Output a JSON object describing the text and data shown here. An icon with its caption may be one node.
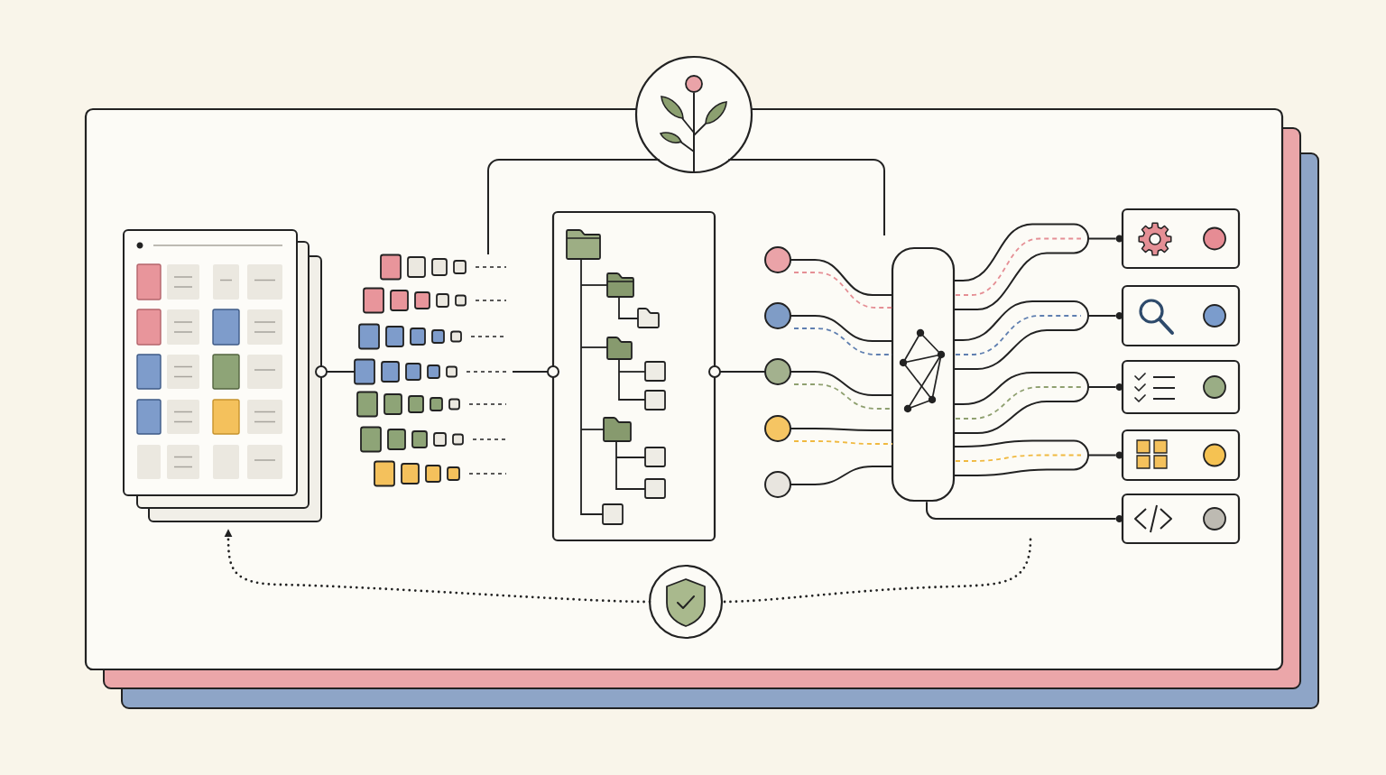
{
  "diagram": {
    "nodes": [
      {
        "text": [],
        "shape": "box"
      },
      {
        "text": [],
        "shape": "circle"
      },
      {
        "text": [],
        "shape": "picture",
        "in": 0
      },
      {
        "text": [],
        "shape": "picture",
        "in": 0
      },
      {
        "text": [],
        "shape": "box",
        "in": 0
      },
      {
        "text": [],
        "shape": "circle",
        "in": 0
      },
      {
        "text": [],
        "shape": "circle",
        "in": 0
      },
      {
        "text": [],
        "shape": "circle",
        "in": 0
      },
      {
        "text": [],
        "shape": "circle",
        "in": 0
      },
      {
        "text": [],
        "shape": "circle",
        "in": 0
      },
      {
        "text": [],
        "shape": "box",
        "in": 0
      },
      {
        "text": [],
        "shape": "box",
        "in": 0
      },
      {
        "text": [],
        "shape": "box",
        "in": 0
      },
      {
        "text": [],
        "shape": "box",
        "in": 0
      },
      {
        "text": [],
        "shape": "box",
        "in": 0
      },
      {
        "text": [],
        "shape": "box",
        "in": 0
      },
      {
        "text": [],
        "shape": "circle",
        "in": 0
      }
    ],
    "edges": [
      {
        "from": 2,
        "to": 3,
        "arrow": "none"
      },
      {
        "from": 3,
        "to": 4,
        "arrow": "none"
      },
      {
        "from": 4,
        "to": 7,
        "arrow": "none"
      },
      {
        "from": 5,
        "to": 10,
        "arrow": "none"
      },
      {
        "from": 6,
        "to": 10,
        "arrow": "none"
      },
      {
        "from": 7,
        "to": 10,
        "arrow": "none"
      },
      {
        "from": 8,
        "to": 10,
        "arrow": "none"
      },
      {
        "from": 9,
        "to": 10,
        "arrow": "none"
      },
      {
        "from": 5,
        "to": 10,
        "arrow": "none",
        "style": "dashed",
        "color": "#e58f95"
      },
      {
        "from": 6,
        "to": 10,
        "arrow": "none",
        "style": "dashed",
        "color": "#5f7fb0"
      },
      {
        "from": 7,
        "to": 10,
        "arrow": "none",
        "style": "dashed",
        "color": "#8fa070"
      },
      {
        "from": 8,
        "to": 10,
        "arrow": "none",
        "style": "dashed",
        "color": "#f0b940"
      },
      {
        "from": 10,
        "to": 11,
        "arrow": "none"
      },
      {
        "from": 10,
        "to": 12,
        "arrow": "none"
      },
      {
        "from": 10,
        "to": 13,
        "arrow": "none"
      },
      {
        "from": 10,
        "to": 14,
        "arrow": "none"
      },
      {
        "from": 10,
        "to": 15,
        "arrow": "none"
      },
      {
        "from": 1,
        "to": 3,
        "arrow": "none"
      },
      {
        "from": 1,
        "to": 10,
        "arrow": "none"
      },
      {
        "from": null,
        "to": 16,
        "arrow": "none",
        "style": "dashed"
      },
      {
        "from": 16,
        "to": 2,
        "arrow": "to",
        "style": "dashed"
      }
    ]
  }
}
